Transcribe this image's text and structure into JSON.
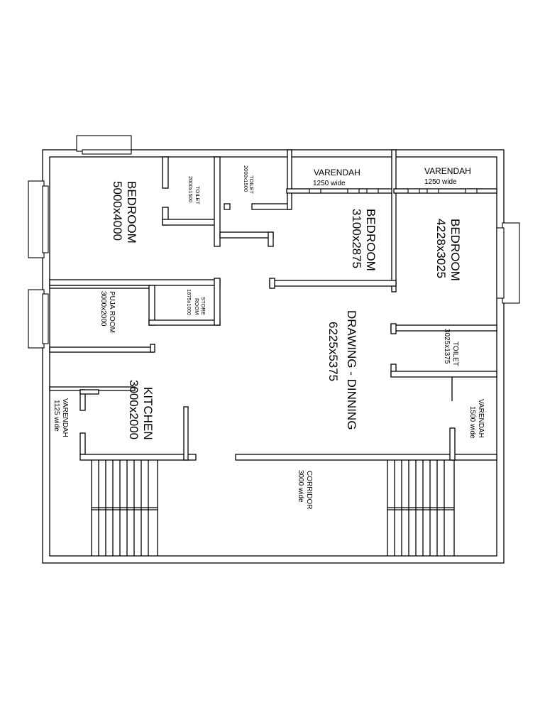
{
  "plan": {
    "varendah_a": {
      "name": "VARENDAH",
      "size": "1250 wide"
    },
    "varendah_b": {
      "name": "VARENDAH",
      "size": "1250 wide"
    },
    "bedroom_1": {
      "name": "BEDROOM",
      "size": "5000x4000"
    },
    "toilet_1": {
      "name": "TOILET",
      "size": "2000x1500"
    },
    "toilet_2": {
      "name": "TOILET",
      "size": "2000x1500"
    },
    "bedroom_2": {
      "name": "BEDROOM",
      "size": "3100x2875"
    },
    "bedroom_3": {
      "name": "BEDROOM",
      "size": "4228x3025"
    },
    "puja_room": {
      "name": "PUJA ROOM",
      "size": "3000x2000"
    },
    "store_room": {
      "name_line1": "STORE",
      "name_line2": "ROOM",
      "size": "1875x1000"
    },
    "drawing_dining": {
      "name": "DRAWING - DINNING",
      "size": "6225x5375"
    },
    "toilet_3": {
      "name": "TOILET",
      "size": "3025x1375"
    },
    "kitchen": {
      "name": "KITCHEN",
      "size": "3000x2000"
    },
    "varendah_left": {
      "name": "VARENDAH",
      "size": "1125 wide"
    },
    "varendah_right": {
      "name": "VARENDAH",
      "size": "1500 wide"
    },
    "corridor": {
      "name": "CORRIDOR",
      "size": "3000 wide"
    }
  }
}
